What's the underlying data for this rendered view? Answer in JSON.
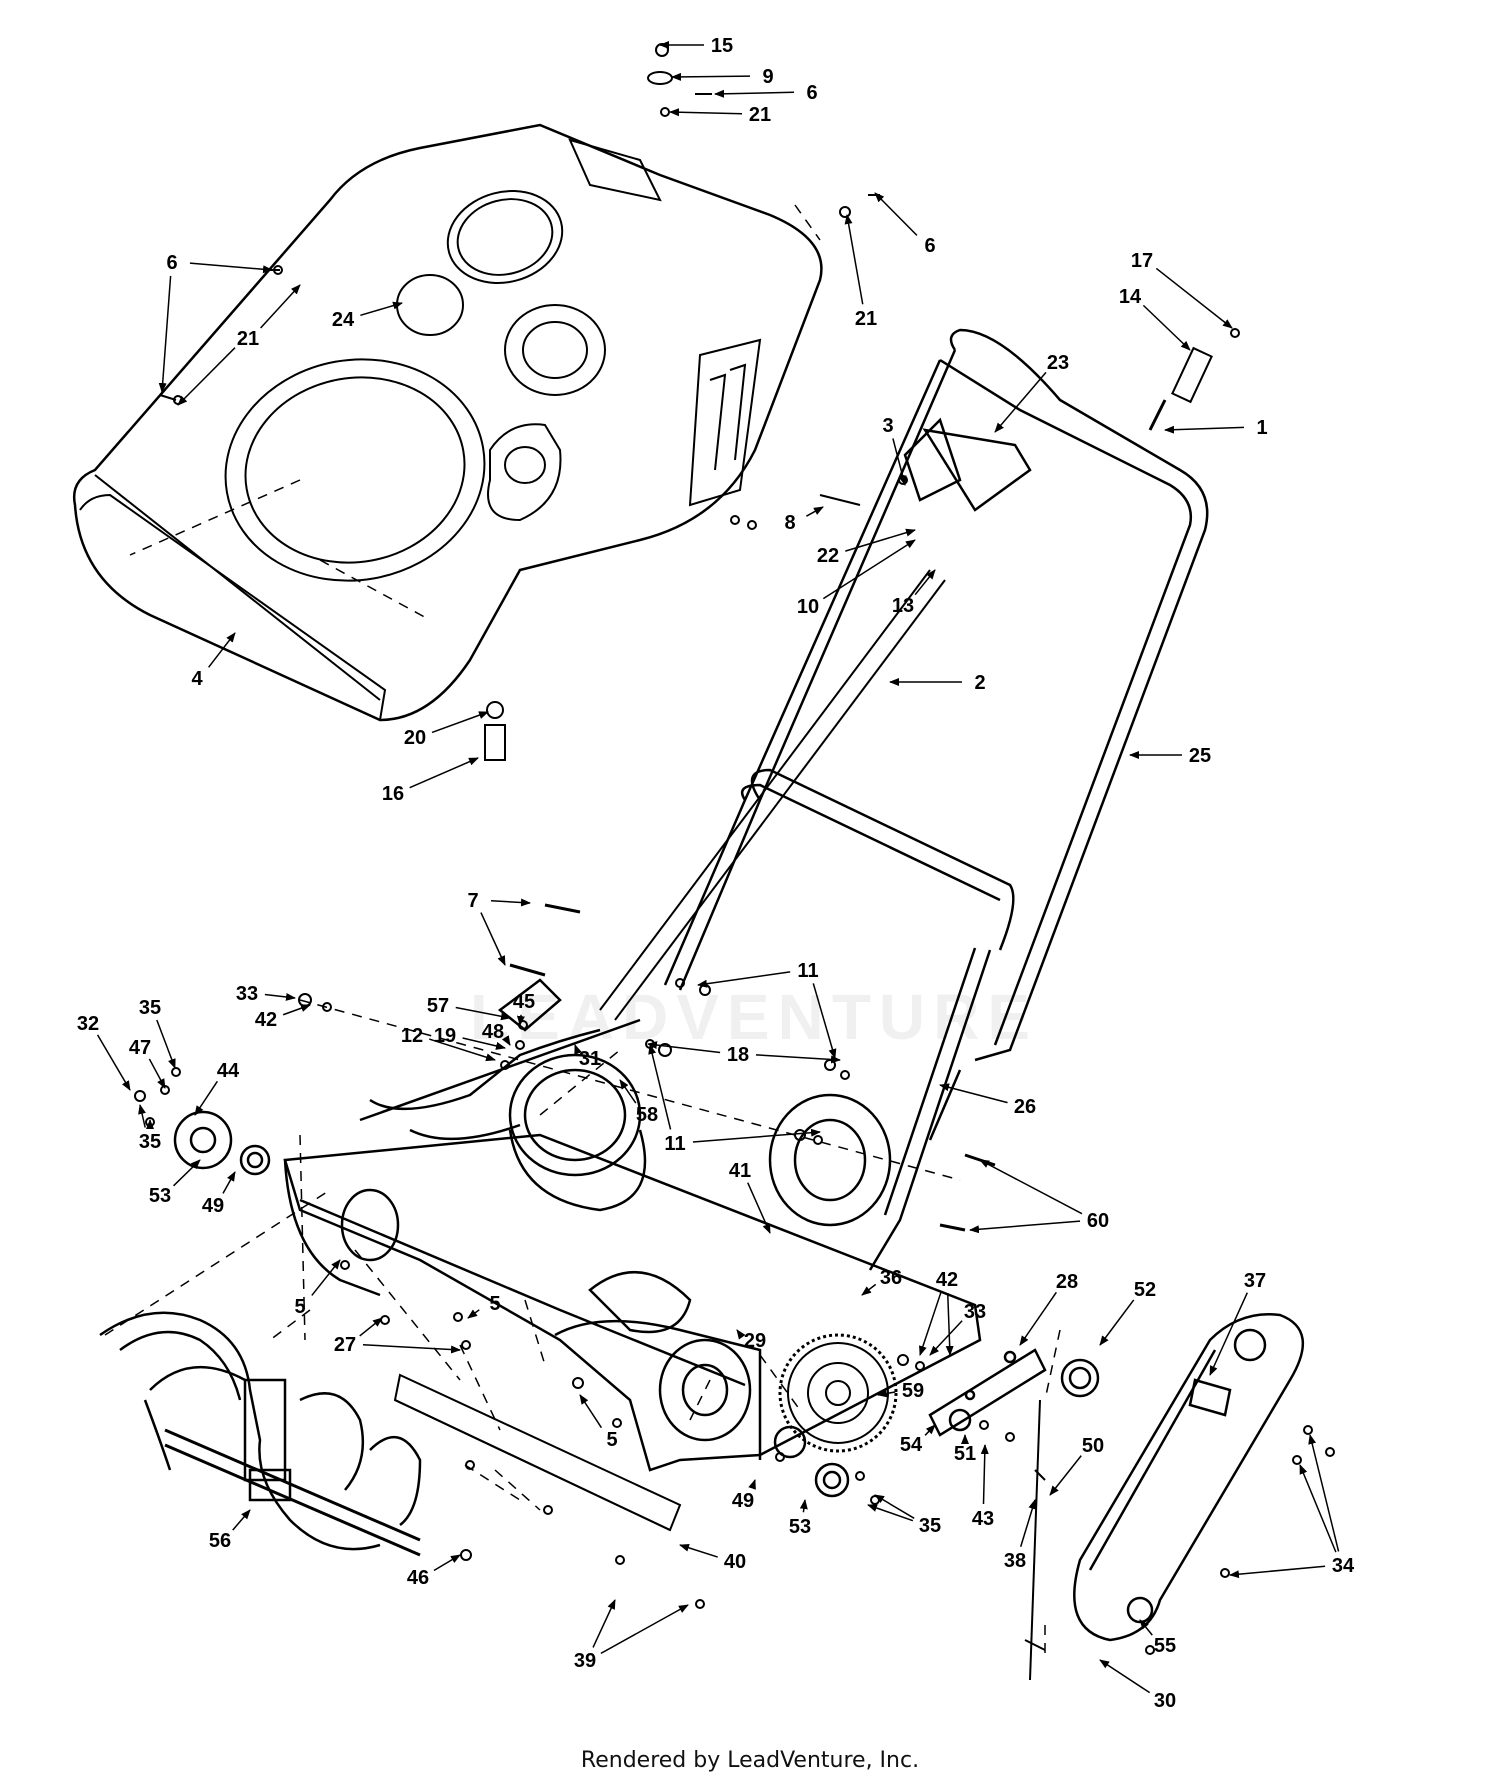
{
  "diagram": {
    "callouts": [
      "1",
      "2",
      "3",
      "4",
      "5",
      "6",
      "7",
      "8",
      "9",
      "10",
      "11",
      "12",
      "13",
      "14",
      "15",
      "16",
      "17",
      "18",
      "19",
      "20",
      "21",
      "22",
      "23",
      "24",
      "25",
      "26",
      "27",
      "28",
      "29",
      "30",
      "31",
      "32",
      "33",
      "34",
      "35",
      "36",
      "37",
      "38",
      "39",
      "40",
      "41",
      "42",
      "43",
      "44",
      "45",
      "46",
      "47",
      "48",
      "49",
      "50",
      "51",
      "52",
      "53",
      "54",
      "55",
      "56",
      "57",
      "58",
      "59",
      "60"
    ]
  },
  "watermark": {
    "text": "LEADVENTURE"
  },
  "footer": {
    "text": "Rendered by LeadVenture, Inc."
  }
}
